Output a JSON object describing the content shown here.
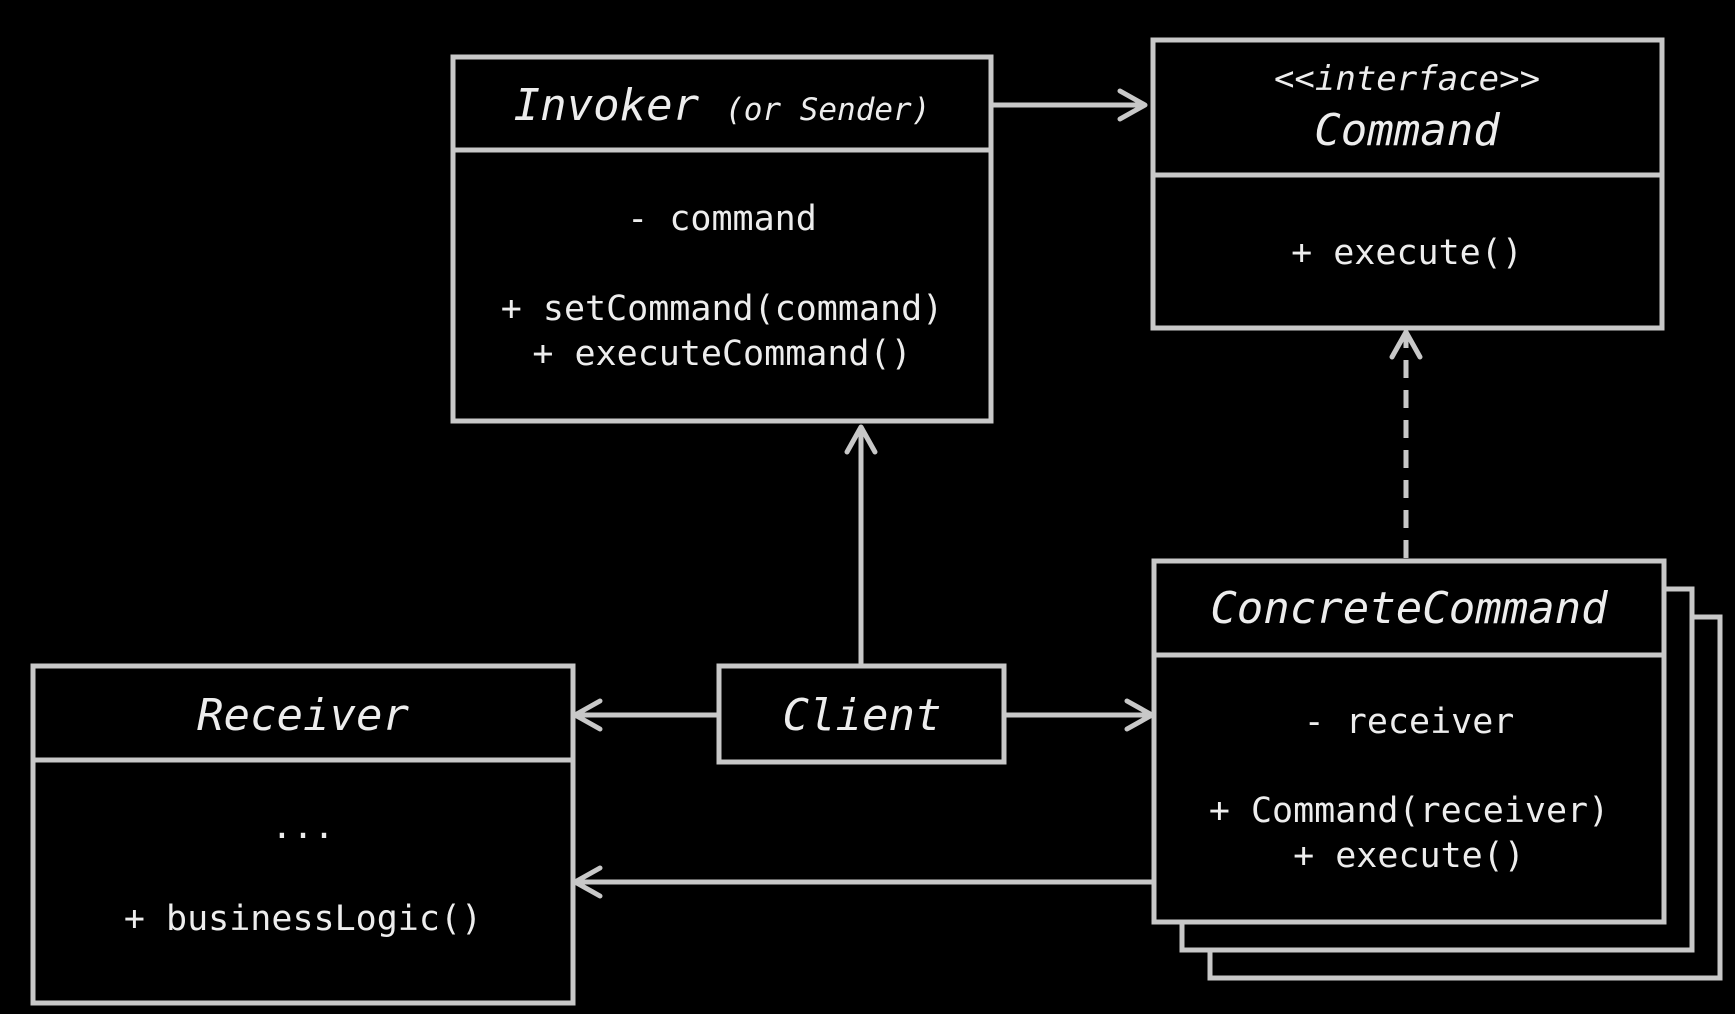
{
  "invoker": {
    "title": "Invoker",
    "title_note": "(or Sender)",
    "field": "- command",
    "methods": [
      "+ setCommand(command)",
      "+ executeCommand()"
    ]
  },
  "command": {
    "stereotype": "<<interface>>",
    "title": "Command",
    "methods": [
      "+ execute()"
    ]
  },
  "concrete_command": {
    "title": "ConcreteCommand",
    "field": "- receiver",
    "methods": [
      "+ Command(receiver)",
      "+ execute()"
    ]
  },
  "receiver": {
    "title": "Receiver",
    "field": "...",
    "methods": [
      "+ businessLogic()"
    ]
  },
  "client": {
    "title": "Client"
  },
  "colors": {
    "background": "#000000",
    "stroke": "#c8c8c8",
    "text": "#ededed"
  }
}
